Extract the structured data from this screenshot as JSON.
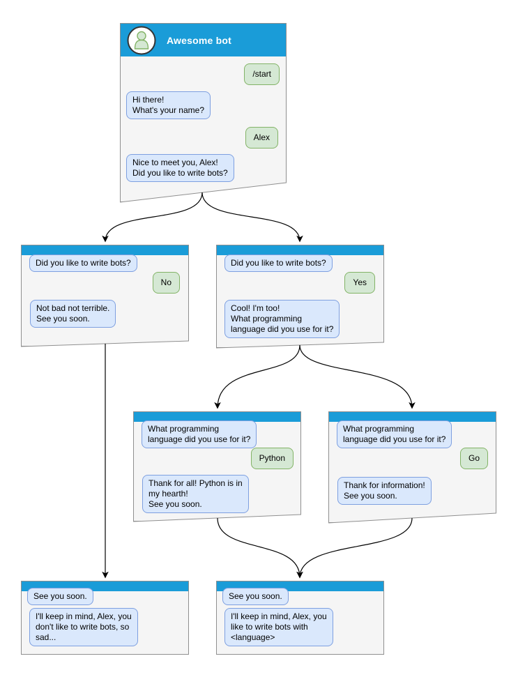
{
  "colors": {
    "header_blue": "#1a9cd8",
    "window_bg": "#f5f5f5",
    "window_border": "#8f8f8f",
    "bot_bubble_fill": "#dae8fc",
    "bot_bubble_border": "#7d9fe0",
    "user_bubble_fill": "#d5e8d4",
    "user_bubble_border": "#82b366",
    "title_text": "#ffffff"
  },
  "windows": {
    "start": {
      "title": "Awesome bot",
      "messages": [
        {
          "from": "user",
          "text": "/start"
        },
        {
          "from": "bot",
          "text": "Hi there!\nWhat's your name?"
        },
        {
          "from": "user",
          "text": "Alex"
        },
        {
          "from": "bot",
          "text": "Nice to meet you, Alex!\nDid you like to write bots?"
        }
      ]
    },
    "branch_no": {
      "messages": [
        {
          "from": "bot",
          "text": "Did you like to write bots?"
        },
        {
          "from": "user",
          "text": "No"
        },
        {
          "from": "bot",
          "text": "Not bad not terrible.\nSee you soon."
        }
      ]
    },
    "branch_yes": {
      "messages": [
        {
          "from": "bot",
          "text": "Did you like to write bots?"
        },
        {
          "from": "user",
          "text": "Yes"
        },
        {
          "from": "bot",
          "text": "Cool! I'm too!\nWhat programming\nlanguage did you use for it?"
        }
      ]
    },
    "python": {
      "messages": [
        {
          "from": "bot",
          "text": "What programming\nlanguage did you use for it?"
        },
        {
          "from": "user",
          "text": "Python"
        },
        {
          "from": "bot",
          "text": "Thank for all! Python is in\nmy hearth!\nSee you soon."
        }
      ]
    },
    "go": {
      "messages": [
        {
          "from": "bot",
          "text": "What programming\nlanguage did you use for it?"
        },
        {
          "from": "user",
          "text": "Go"
        },
        {
          "from": "bot",
          "text": "Thank for information!\nSee you soon."
        }
      ]
    },
    "end_no": {
      "messages": [
        {
          "from": "bot",
          "text": "See you soon."
        },
        {
          "from": "bot",
          "text": "I'll keep in mind, Alex, you\ndon't like to write bots, so\nsad..."
        }
      ]
    },
    "end_yes": {
      "messages": [
        {
          "from": "bot",
          "text": "See you soon."
        },
        {
          "from": "bot",
          "text": "I'll keep in mind, Alex, you\nlike to write bots with\n<language>"
        }
      ]
    }
  },
  "connections": [
    {
      "from": "start",
      "to": "branch_no"
    },
    {
      "from": "start",
      "to": "branch_yes"
    },
    {
      "from": "branch_no",
      "to": "end_no"
    },
    {
      "from": "branch_yes",
      "to": "python"
    },
    {
      "from": "branch_yes",
      "to": "go"
    },
    {
      "from": "python",
      "to": "end_yes"
    },
    {
      "from": "go",
      "to": "end_yes"
    }
  ]
}
